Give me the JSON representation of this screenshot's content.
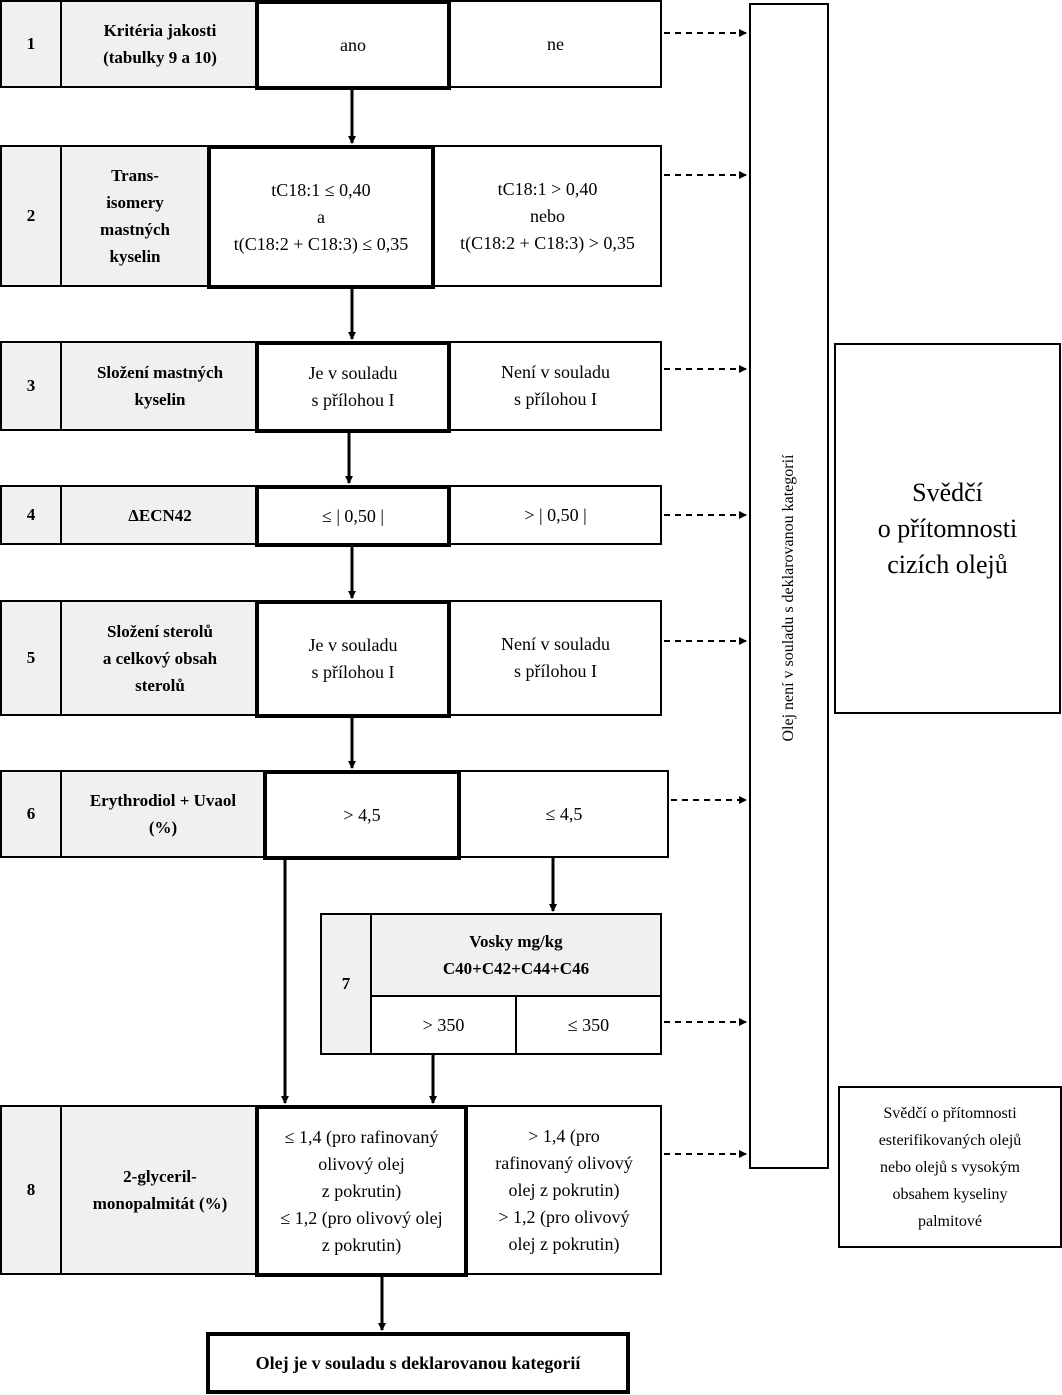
{
  "steps": [
    {
      "number": "1",
      "criterion": "Kritéria jakosti\n(tabulky 9 a 10)",
      "pass": "ano",
      "fail": "ne"
    },
    {
      "number": "2",
      "criterion": "Trans-\nisomery\nmastných\nkyselin",
      "pass": "tC18:1 ≤ 0,40\na\nt(C18:2 + C18:3) ≤ 0,35",
      "fail": "tC18:1 > 0,40\nnebo\nt(C18:2 + C18:3) > 0,35"
    },
    {
      "number": "3",
      "criterion": "Složení mastných\nkyselin",
      "pass": "Je v souladu\ns přílohou I",
      "fail": "Není v souladu\ns přílohou I"
    },
    {
      "number": "4",
      "criterion": "ΔECN42",
      "pass": "≤ | 0,50 |",
      "fail": "> | 0,50 |"
    },
    {
      "number": "5",
      "criterion": "Složení sterolů\na celkový obsah\nsterolů",
      "pass": "Je v souladu\ns přílohou I",
      "fail": "Není v souladu\ns přílohou I"
    },
    {
      "number": "6",
      "criterion": "Erythrodiol + Uvaol\n(%)",
      "pass": "> 4,5",
      "fail": "≤ 4,5"
    },
    {
      "number": "7",
      "criterion": "Vosky mg/kg\nC40+C42+C44+C46",
      "pass": "> 350",
      "fail": "≤ 350"
    },
    {
      "number": "8",
      "criterion": "2-glyceril-\nmonopalmitát (%)",
      "pass": "≤ 1,4 (pro rafinovaný\nolivový olej\nz pokrutin)\n≤ 1,2 (pro olivový olej\nz pokrutin)",
      "fail": "> 1,4 (pro\nrafinovaný olivový\nolej z pokrutin)\n> 1,2 (pro olivový\nolej z pokrutin)"
    }
  ],
  "vertical_label": "Olej není v souladu s deklarovanou kategorií",
  "foreign_oils": "Svědčí\no přítomnosti\ncizích olejů",
  "esterified_oils": "Svědčí o přítomnosti\nesterifikovaných olejů\nnebo olejů s vysokým\nobsahem kyseliny\npalmitové",
  "final_result": "Olej je v souladu s deklarovanou kategorií"
}
